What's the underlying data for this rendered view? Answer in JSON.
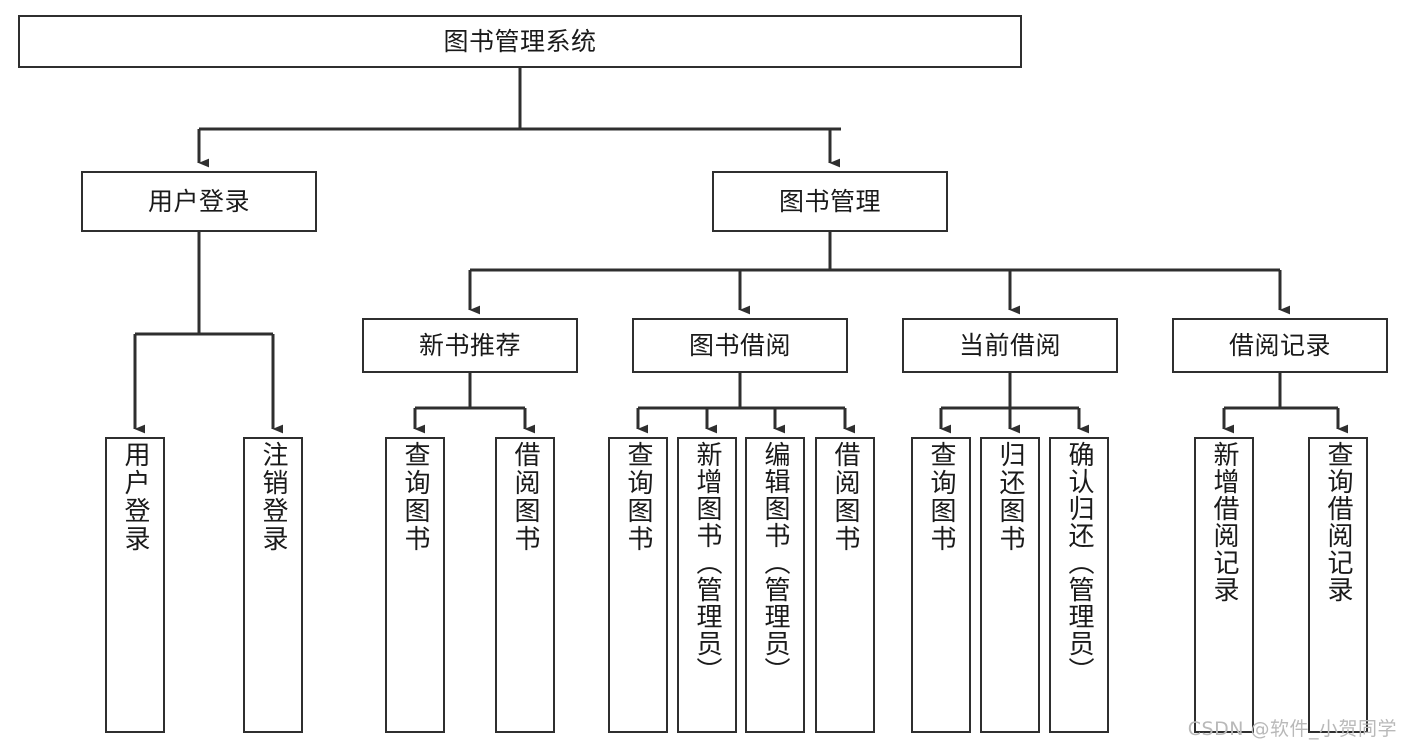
{
  "diagram": {
    "type": "tree-hierarchy-chart",
    "title": "图书管理系统",
    "colors": {
      "background": "#ffffff",
      "box_border": "#2f2f2f",
      "box_fill": "#ffffff",
      "connector": "#2f2f2f",
      "text": "#1a1a1a",
      "watermark": "#b9b9b9"
    },
    "nodes": {
      "root": {
        "label": "图书管理系统"
      },
      "level2": [
        {
          "id": "user-login",
          "label": "用户登录"
        },
        {
          "id": "book-manage",
          "label": "图书管理"
        }
      ],
      "level3": [
        {
          "id": "new-book-recommend",
          "label": "新书推荐"
        },
        {
          "id": "book-borrow",
          "label": "图书借阅"
        },
        {
          "id": "current-borrow",
          "label": "当前借阅"
        },
        {
          "id": "borrow-record",
          "label": "借阅记录"
        }
      ],
      "leaves": {
        "user-login": [
          {
            "id": "leaf-user-login",
            "label": "用户登录"
          },
          {
            "id": "leaf-logout-login",
            "label": "注销登录"
          }
        ],
        "new-book-recommend": [
          {
            "id": "leaf-query-book-1",
            "label": "查询图书"
          },
          {
            "id": "leaf-borrow-book-1",
            "label": "借阅图书"
          }
        ],
        "book-borrow": [
          {
            "id": "leaf-query-book-2",
            "label": "查询图书"
          },
          {
            "id": "leaf-add-book-admin",
            "label": "新增图书（管理员）"
          },
          {
            "id": "leaf-edit-book-admin",
            "label": "编辑图书（管理员）"
          },
          {
            "id": "leaf-borrow-book-2",
            "label": "借阅图书"
          }
        ],
        "current-borrow": [
          {
            "id": "leaf-query-book-3",
            "label": "查询图书"
          },
          {
            "id": "leaf-return-book",
            "label": "归还图书"
          },
          {
            "id": "leaf-confirm-return-admin",
            "label": "确认归还（管理员）"
          }
        ],
        "borrow-record": [
          {
            "id": "leaf-add-borrow-record",
            "label": "新增借阅记录"
          },
          {
            "id": "leaf-query-borrow-record",
            "label": "查询借阅记录"
          }
        ]
      }
    }
  },
  "watermark": {
    "text": "CSDN @软件_小贺同学"
  }
}
